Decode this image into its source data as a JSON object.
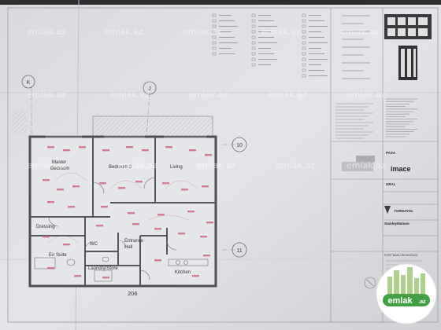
{
  "plan": {
    "grid_labels": [
      "K",
      "J",
      "10",
      "11"
    ],
    "rooms": {
      "master_bedroom": [
        "Master",
        "Bedroom"
      ],
      "bedroom_2": "Bedroom 2",
      "living": "Living",
      "dressing": "Dressing",
      "wc": "WC",
      "en_suite": "En Suite",
      "entrance_hall": [
        "Entrance",
        "Hall"
      ],
      "laundry": "Laundry/Store",
      "kitchen": "Kitchen"
    },
    "unit_number": "206"
  },
  "title_block": {
    "company_1": "PASA",
    "company_2": "imace",
    "company_3": "URAL",
    "company_4": "YORDAYOL",
    "company_5": "StanleyMatson",
    "project": "PORT BAKU RESIDENCE"
  },
  "watermarks": [
    "emlak.az",
    "emlak.az",
    "emlak.az",
    "emlak.az",
    "emlak.az",
    "emlak.az",
    "emlak.az",
    "emlak.az",
    "emlak.az",
    "emlak.az",
    "emlak.az",
    "emlak.az",
    "emlak.az",
    "emlak.az",
    "emlak.az"
  ],
  "badge": {
    "brand": "emlak",
    "suffix": ".az"
  }
}
